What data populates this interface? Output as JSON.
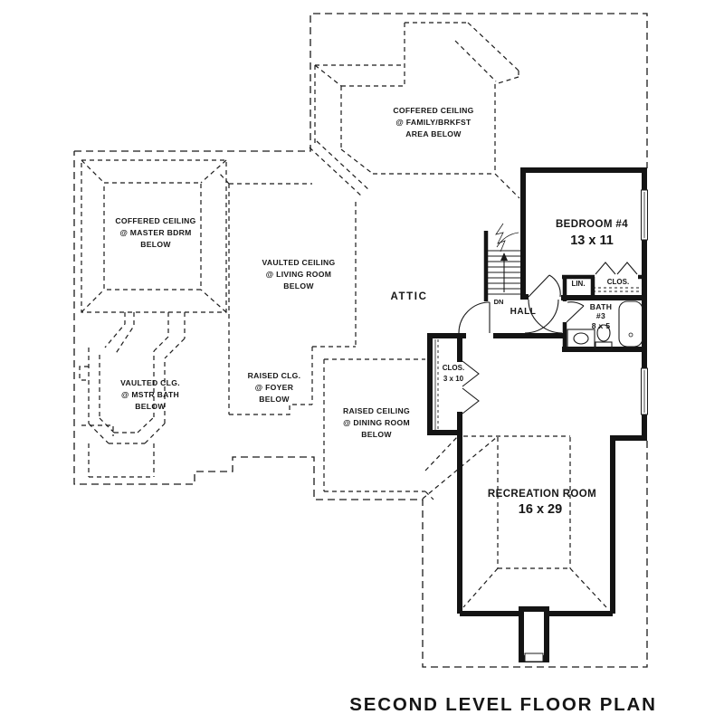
{
  "title": "SECOND LEVEL FLOOR PLAN",
  "colors": {
    "line": "#1b1b1b",
    "background": "#ffffff"
  },
  "rooms": {
    "bedroom4": {
      "name": "BEDROOM #4",
      "dims": "13 x 11"
    },
    "recreation": {
      "name": "RECREATION ROOM",
      "dims": "16 x 29"
    },
    "attic": {
      "name": "ATTIC"
    },
    "hall": {
      "name": "HALL"
    },
    "bath3": {
      "line1": "BATH",
      "line2": "#3",
      "line3": "8 x 5"
    },
    "closet_hall": {
      "line1": "CLOS.",
      "line2": "3 x 10"
    },
    "linen": {
      "name": "LIN."
    },
    "closet_bedroom": {
      "name": "CLOS."
    },
    "stairs": {
      "direction": "DN"
    }
  },
  "ceiling_notes": {
    "family": [
      "COFFERED CEILING",
      "@ FAMILY/BRKFST",
      "AREA BELOW"
    ],
    "master": [
      "COFFERED CEILING",
      "@ MASTER BDRM",
      "BELOW"
    ],
    "living": [
      "VAULTED CEILING",
      "@ LIVING ROOM",
      "BELOW"
    ],
    "foyer": [
      "RAISED CLG.",
      "@ FOYER",
      "BELOW"
    ],
    "mstr_bath": [
      "VAULTED CLG.",
      "@ MSTR BATH",
      "BELOW"
    ],
    "dining": [
      "RAISED CEILING",
      "@ DINING ROOM",
      "BELOW"
    ]
  }
}
